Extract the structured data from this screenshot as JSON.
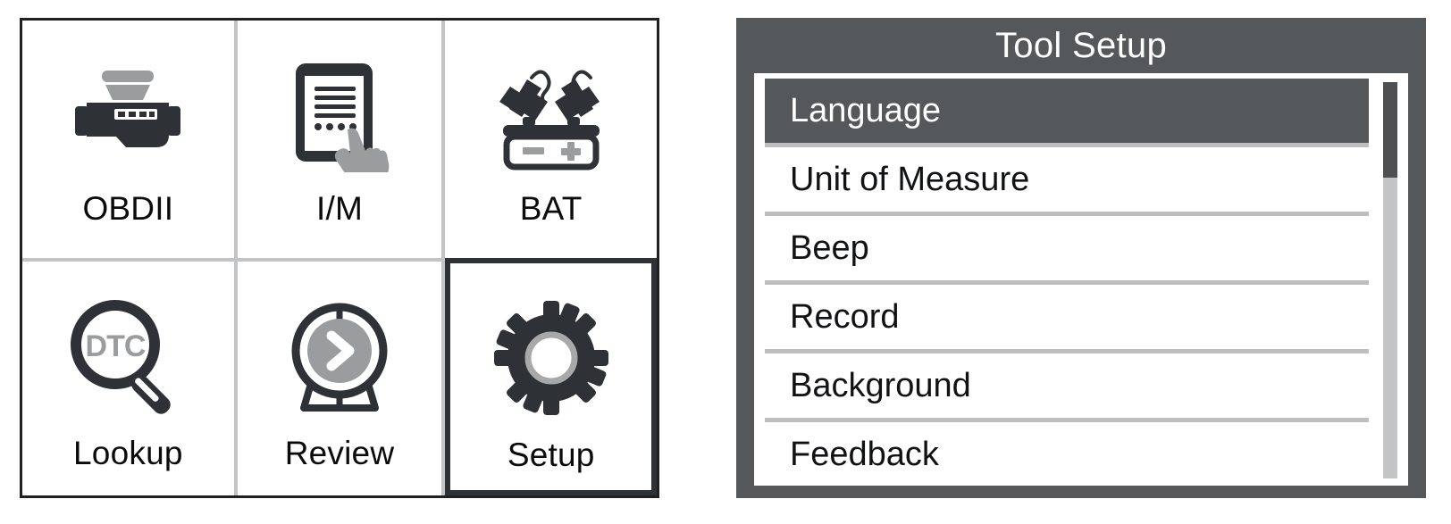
{
  "home": {
    "tiles": [
      {
        "id": "obdii",
        "label": "OBDII",
        "icon": "engine-icon",
        "selected": false
      },
      {
        "id": "im",
        "label": "I/M",
        "icon": "tablet-touch-icon",
        "selected": false
      },
      {
        "id": "bat",
        "label": "BAT",
        "icon": "battery-clamps-icon",
        "selected": false
      },
      {
        "id": "lookup",
        "label": "Lookup",
        "icon": "dtc-magnifier-icon",
        "selected": false
      },
      {
        "id": "review",
        "label": "Review",
        "icon": "playback-reel-icon",
        "selected": false
      },
      {
        "id": "setup",
        "label": "Setup",
        "icon": "gear-icon",
        "selected": true
      }
    ]
  },
  "setup_panel": {
    "title": "Tool Setup",
    "selected_index": 0,
    "items": [
      {
        "label": "Language",
        "selected": true
      },
      {
        "label": "Unit of Measure",
        "selected": false
      },
      {
        "label": "Beep",
        "selected": false
      },
      {
        "label": "Record",
        "selected": false
      },
      {
        "label": "Background",
        "selected": false
      },
      {
        "label": "Feedback",
        "selected": false
      }
    ],
    "scrollbar": {
      "thumb_percent": 24,
      "position": "top"
    }
  },
  "colors": {
    "panel_bg": "#55585a",
    "content_bg": "#ffffff",
    "highlight": "#55585a",
    "highlight_text": "#ffffff",
    "separator": "#bcbec0",
    "tile_border": "#212121",
    "tile_selected_border": "#2e3135",
    "tile_divider": "#c3c4c6",
    "icon_dark": "#2e3135",
    "icon_mid": "#9a9c9e",
    "text": "#111214"
  }
}
